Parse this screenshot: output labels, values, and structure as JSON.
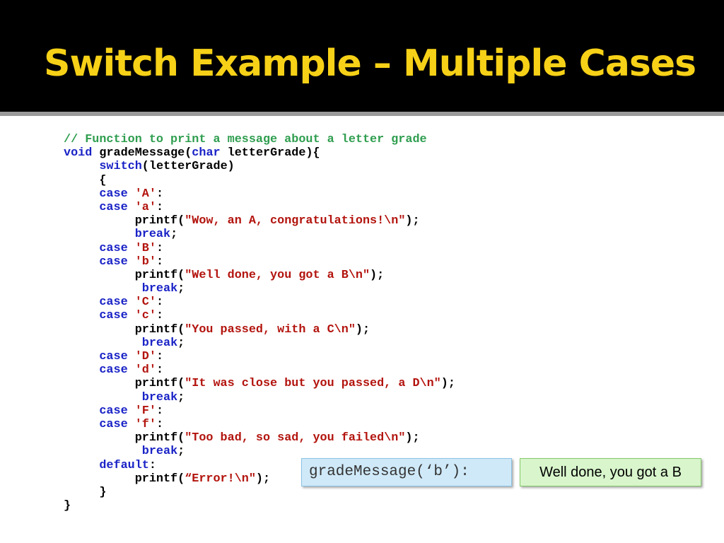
{
  "slide": {
    "title": "Switch Example – Multiple Cases"
  },
  "code": {
    "lines": [
      [
        [
          "cm",
          "// Function to print a message about a letter grade"
        ]
      ],
      [
        [
          "kw",
          "void"
        ],
        [
          "p",
          " gradeMessage("
        ],
        [
          "kw",
          "char"
        ],
        [
          "p",
          " letterGrade){"
        ]
      ],
      [
        [
          "p",
          "     "
        ],
        [
          "kw",
          "switch"
        ],
        [
          "p",
          "(letterGrade)"
        ]
      ],
      [
        [
          "p",
          "     {"
        ]
      ],
      [
        [
          "p",
          "     "
        ],
        [
          "kw",
          "case"
        ],
        [
          "p",
          " "
        ],
        [
          "st",
          "'A'"
        ],
        [
          "p",
          ":"
        ]
      ],
      [
        [
          "p",
          "     "
        ],
        [
          "kw",
          "case"
        ],
        [
          "p",
          " "
        ],
        [
          "st",
          "'a'"
        ],
        [
          "p",
          ":"
        ]
      ],
      [
        [
          "p",
          "          printf("
        ],
        [
          "st",
          "\"Wow, an A, congratulations!\\n\""
        ],
        [
          "p",
          ");"
        ]
      ],
      [
        [
          "p",
          "          "
        ],
        [
          "kw",
          "break"
        ],
        [
          "p",
          ";"
        ]
      ],
      [
        [
          "p",
          "     "
        ],
        [
          "kw",
          "case"
        ],
        [
          "p",
          " "
        ],
        [
          "st",
          "'B'"
        ],
        [
          "p",
          ":"
        ]
      ],
      [
        [
          "p",
          "     "
        ],
        [
          "kw",
          "case"
        ],
        [
          "p",
          " "
        ],
        [
          "st",
          "'b'"
        ],
        [
          "p",
          ":"
        ]
      ],
      [
        [
          "p",
          "          printf("
        ],
        [
          "st",
          "\"Well done, you got a B\\n\""
        ],
        [
          "p",
          ");"
        ]
      ],
      [
        [
          "p",
          "           "
        ],
        [
          "kw",
          "break"
        ],
        [
          "p",
          ";"
        ]
      ],
      [
        [
          "p",
          "     "
        ],
        [
          "kw",
          "case"
        ],
        [
          "p",
          " "
        ],
        [
          "st",
          "'C'"
        ],
        [
          "p",
          ":"
        ]
      ],
      [
        [
          "p",
          "     "
        ],
        [
          "kw",
          "case"
        ],
        [
          "p",
          " "
        ],
        [
          "st",
          "'c'"
        ],
        [
          "p",
          ":"
        ]
      ],
      [
        [
          "p",
          "          printf("
        ],
        [
          "st",
          "\"You passed, with a C\\n\""
        ],
        [
          "p",
          ");"
        ]
      ],
      [
        [
          "p",
          "           "
        ],
        [
          "kw",
          "break"
        ],
        [
          "p",
          ";"
        ]
      ],
      [
        [
          "p",
          "     "
        ],
        [
          "kw",
          "case"
        ],
        [
          "p",
          " "
        ],
        [
          "st",
          "'D'"
        ],
        [
          "p",
          ":"
        ]
      ],
      [
        [
          "p",
          "     "
        ],
        [
          "kw",
          "case"
        ],
        [
          "p",
          " "
        ],
        [
          "st",
          "'d'"
        ],
        [
          "p",
          ":"
        ]
      ],
      [
        [
          "p",
          "          printf("
        ],
        [
          "st",
          "\"It was close but you passed, a D\\n\""
        ],
        [
          "p",
          ");"
        ]
      ],
      [
        [
          "p",
          "           "
        ],
        [
          "kw",
          "break"
        ],
        [
          "p",
          ";"
        ]
      ],
      [
        [
          "p",
          "     "
        ],
        [
          "kw",
          "case"
        ],
        [
          "p",
          " "
        ],
        [
          "st",
          "'F'"
        ],
        [
          "p",
          ":"
        ]
      ],
      [
        [
          "p",
          "     "
        ],
        [
          "kw",
          "case"
        ],
        [
          "p",
          " "
        ],
        [
          "st",
          "'f'"
        ],
        [
          "p",
          ":"
        ]
      ],
      [
        [
          "p",
          "          printf("
        ],
        [
          "st",
          "\"Too bad, so sad, you failed\\n\""
        ],
        [
          "p",
          ");"
        ]
      ],
      [
        [
          "p",
          "           "
        ],
        [
          "kw",
          "break"
        ],
        [
          "p",
          ";"
        ]
      ],
      [
        [
          "p",
          "     "
        ],
        [
          "kw",
          "default"
        ],
        [
          "p",
          ":"
        ]
      ],
      [
        [
          "p",
          "          printf("
        ],
        [
          "st",
          "“Error!\\n\""
        ],
        [
          "p",
          ");"
        ]
      ],
      [
        [
          "p",
          "     }"
        ]
      ],
      [
        [
          "p",
          "}"
        ]
      ]
    ]
  },
  "callout": {
    "call_text": "gradeMessage(‘b’):",
    "result_text": "Well done, you got a B"
  },
  "colors": {
    "title": "#f7d117",
    "comment": "#2f9e4f",
    "keyword": "#1a23c6",
    "string": "#b3140e",
    "call_box_bg": "#cfe9f8",
    "result_box_bg": "#d8f5cc"
  }
}
